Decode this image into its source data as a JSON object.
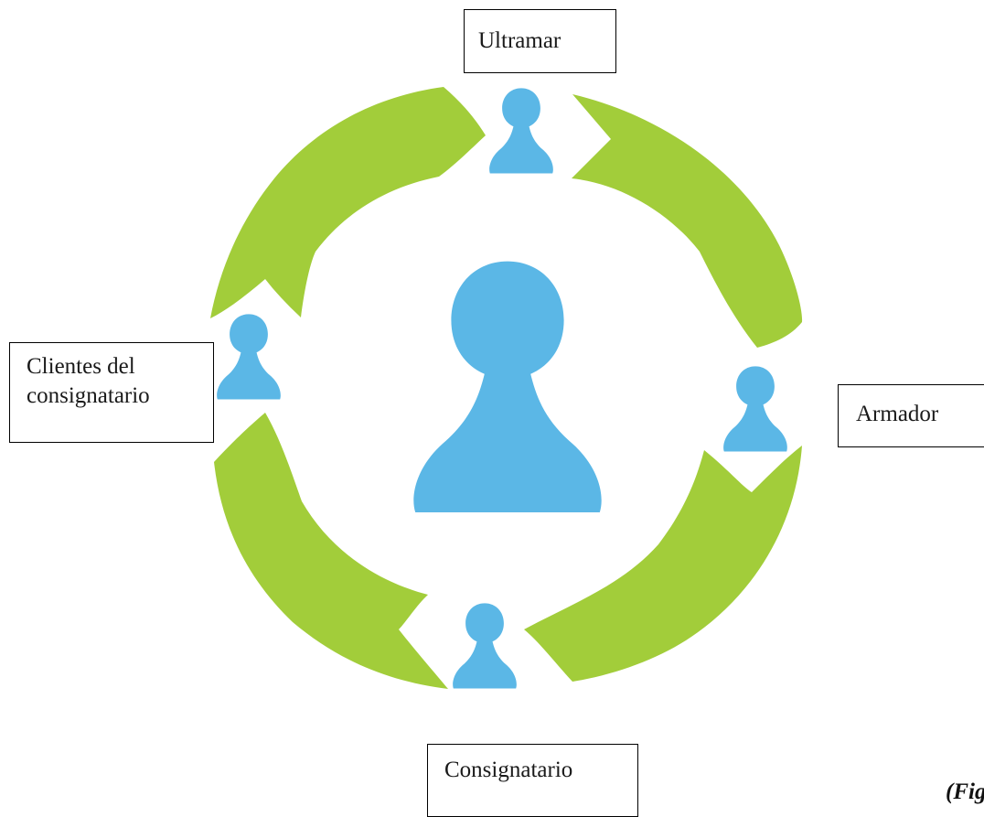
{
  "colors": {
    "cycle_arrow": "#a2cd3a",
    "person_icon": "#5bb7e6",
    "box_border": "#000000",
    "background": "#ffffff"
  },
  "nodes": {
    "top": {
      "label": "Ultramar",
      "icon": "person-icon"
    },
    "right": {
      "label": "Armador",
      "icon": "person-icon"
    },
    "bottom": {
      "label": "Consignatario",
      "icon": "person-icon"
    },
    "left": {
      "label_line1": "Clientes del",
      "label_line2": "consignatario",
      "icon": "person-icon"
    }
  },
  "center": {
    "icon": "person-icon"
  },
  "caption": "(Fig"
}
